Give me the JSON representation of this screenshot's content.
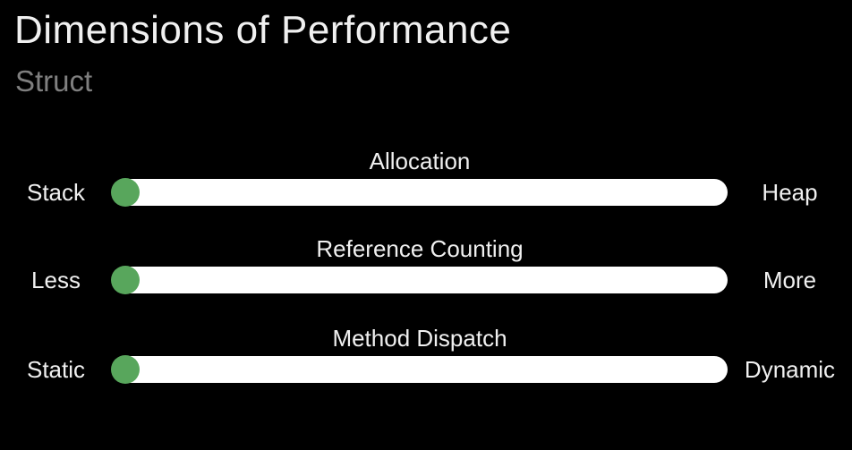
{
  "slide": {
    "title": "Dimensions of Performance",
    "subtitle": "Struct"
  },
  "colors": {
    "background": "#000000",
    "title": "#f0f0f0",
    "subtitle": "#7f7f7f",
    "label": "#f0f0f0",
    "track": "#ffffff",
    "knob": "#58a65c"
  },
  "sliders": [
    {
      "name": "Allocation",
      "left_label": "Stack",
      "right_label": "Heap",
      "knob_position": 0
    },
    {
      "name": "Reference Counting",
      "left_label": "Less",
      "right_label": "More",
      "knob_position": 0
    },
    {
      "name": "Method Dispatch",
      "left_label": "Static",
      "right_label": "Dynamic",
      "knob_position": 0
    }
  ]
}
